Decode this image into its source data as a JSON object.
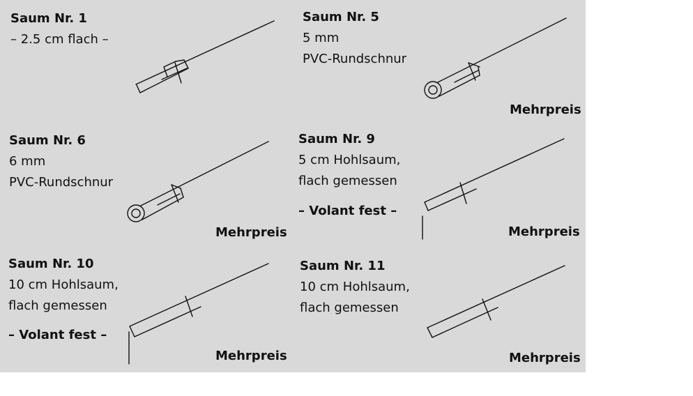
{
  "hems": [
    {
      "title": "Saum Nr. 1",
      "lines": [
        "– 2.5 cm flach –"
      ],
      "extra": "",
      "surcharge": ""
    },
    {
      "title": "Saum Nr. 5",
      "lines": [
        "5 mm",
        "PVC-Rundschnur"
      ],
      "extra": "",
      "surcharge": "Mehrpreis"
    },
    {
      "title": "Saum Nr. 6",
      "lines": [
        "6 mm",
        "PVC-Rundschnur"
      ],
      "extra": "",
      "surcharge": "Mehrpreis"
    },
    {
      "title": "Saum Nr. 9",
      "lines": [
        "5 cm Hohlsaum,",
        "flach gemessen"
      ],
      "extra": "– Volant fest –",
      "surcharge": "Mehrpreis"
    },
    {
      "title": "Saum Nr. 10",
      "lines": [
        "10 cm Hohlsaum,",
        "flach gemessen"
      ],
      "extra": "– Volant fest –",
      "surcharge": "Mehrpreis"
    },
    {
      "title": "Saum Nr. 11",
      "lines": [
        "10 cm Hohlsaum,",
        "flach gemessen"
      ],
      "extra": "",
      "surcharge": "Mehrpreis"
    }
  ]
}
